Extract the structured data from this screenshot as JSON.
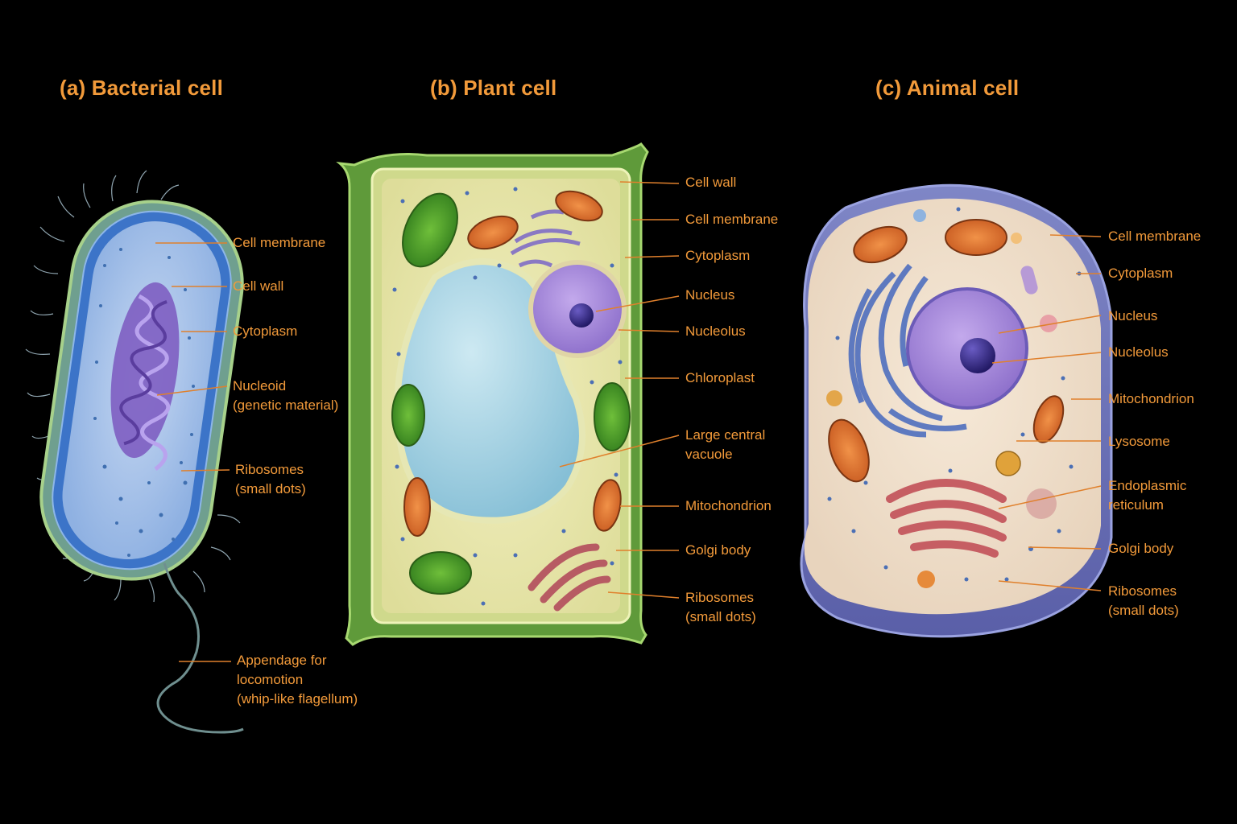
{
  "colors": {
    "background": "#000000",
    "label": "#f29a3a",
    "leader_line": "#e0802c"
  },
  "panels": {
    "bacterial": {
      "title": "(a) Bacterial cell",
      "labels": {
        "cell_membrane": [
          "Cell membrane"
        ],
        "cell_wall": [
          "Cell wall"
        ],
        "cytoplasm": [
          "Cytoplasm"
        ],
        "nucleoid": [
          "Nucleoid",
          "(genetic material)"
        ],
        "ribosomes": [
          "Ribosomes",
          "(small dots)"
        ],
        "flagellum": [
          "Appendage for",
          "locomotion",
          "(whip-like flagellum)"
        ]
      }
    },
    "plant": {
      "title": "(b) Plant cell",
      "labels": {
        "cell_wall": [
          "Cell wall"
        ],
        "cell_membrane": [
          "Cell membrane"
        ],
        "cytoplasm": [
          "Cytoplasm"
        ],
        "nucleus": [
          "Nucleus"
        ],
        "nucleolus": [
          "Nucleolus"
        ],
        "chloroplast": [
          "Chloroplast"
        ],
        "vacuole": [
          "Large central",
          "vacuole"
        ],
        "mitochondrion": [
          "Mitochondrion"
        ],
        "golgi": [
          "Golgi body"
        ],
        "ribosomes": [
          "Ribosomes",
          "(small dots)"
        ]
      }
    },
    "animal": {
      "title": "(c) Animal cell",
      "labels": {
        "cell_membrane": [
          "Cell membrane"
        ],
        "cytoplasm": [
          "Cytoplasm"
        ],
        "nucleus": [
          "Nucleus"
        ],
        "nucleolus": [
          "Nucleolus"
        ],
        "mitochondrion": [
          "Mitochondrion"
        ],
        "lysosome": [
          "Lysosome"
        ],
        "er": [
          "Endoplasmic",
          "reticulum"
        ],
        "golgi": [
          "Golgi body"
        ],
        "ribosomes": [
          "Ribosomes",
          "(small dots)"
        ]
      }
    }
  }
}
